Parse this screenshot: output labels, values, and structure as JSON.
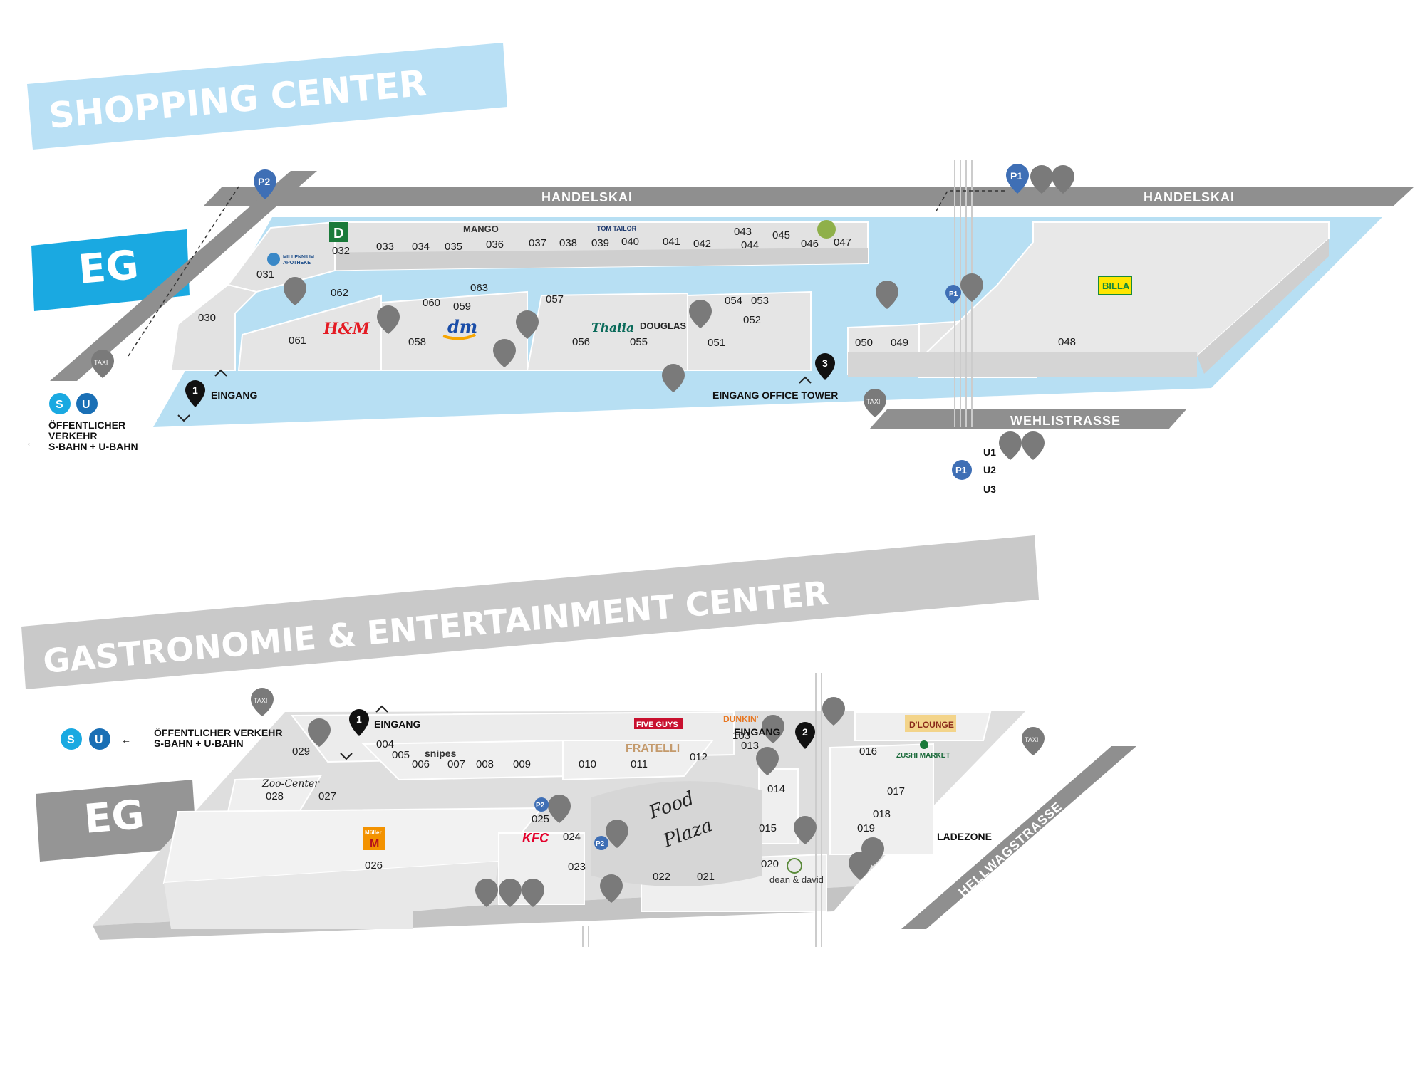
{
  "titles": {
    "shopping": "SHOPPING CENTER",
    "gastro": "GASTRONOMIE & ENTERTAINMENT CENTER",
    "eg_top": "EG",
    "eg_bottom": "EG"
  },
  "roads": {
    "handelskai_left": "HANDELSKAI",
    "handelskai_right": "HANDELSKAI",
    "wehlistrasse": "WEHLISTRASSE",
    "hellwagstrasse": "HELLWAGSTRASSE"
  },
  "entrances": {
    "e1_num": "1",
    "e1_label": "EINGANG",
    "e3_num": "3",
    "e3_label": "EINGANG OFFICE TOWER",
    "g1_num": "1",
    "g1_label": "EINGANG",
    "g2_num": "2",
    "g2_label": "EINGANG"
  },
  "transit": {
    "s_icon": "S",
    "u_icon": "U",
    "top_line1": "ÖFFENTLICHER",
    "top_line2": "VERKEHR",
    "top_line3": "S-BAHN + U-BAHN",
    "bottom_line1": "ÖFFENTLICHER VERKEHR",
    "bottom_line2": "S-BAHN + U-BAHN",
    "taxi": "TAXI",
    "arrow": "←"
  },
  "parking": {
    "p2": "P2",
    "p1": "P1",
    "u1": "U1",
    "u2": "U2",
    "u3": "U3"
  },
  "ladezone": "LADEZONE",
  "shop_units": [
    "032",
    "033",
    "034",
    "035",
    "036",
    "037",
    "038",
    "039",
    "040",
    "041",
    "042",
    "043",
    "044",
    "045",
    "046",
    "047",
    "031",
    "030",
    "062",
    "063",
    "060",
    "059",
    "057",
    "054",
    "053",
    "052",
    "061",
    "058",
    "056",
    "055",
    "051",
    "050",
    "049",
    "048"
  ],
  "gastro_units": [
    "004",
    "005",
    "006",
    "007",
    "008",
    "009",
    "010",
    "011",
    "012",
    "013",
    "103",
    "029",
    "028",
    "027",
    "026",
    "025",
    "024",
    "023",
    "022",
    "021",
    "020",
    "014",
    "015",
    "016",
    "017",
    "018",
    "019"
  ],
  "brands": {
    "mango": "MANGO",
    "tomtailor": "TOM TAILOR",
    "apotheke_1": "MILLENNIUM",
    "apotheke_2": "APOTHEKE",
    "hm": "H&M",
    "dm": "dm",
    "thalia": "Thalia",
    "douglas": "DOUGLAS",
    "billa": "BILLA",
    "deichmann": "D",
    "snipes": "snipes",
    "fiveguys": "FIVE GUYS",
    "fratelli": "FRATELLI",
    "dunkin": "DUNKIN'",
    "kfc": "KFC",
    "mueller": "Müller",
    "zoocenter": "Zoo-Center",
    "dlounge": "D'LOUNGE",
    "zushi": "ZUSHI MARKET",
    "deandavid": "dean & david",
    "foodplaza_1": "Food",
    "foodplaza_2": "Plaza"
  },
  "colors": {
    "blue_banner": "#b9e0f5",
    "blue_eg": "#1aa9e1",
    "floor_blue": "#b7dff3",
    "grey_banner": "#c9c9c9",
    "grey_eg": "#959595",
    "road": "#8f8f8f",
    "marker_grey": "#7a7a7a",
    "parking_blue": "#3f6fb5"
  }
}
